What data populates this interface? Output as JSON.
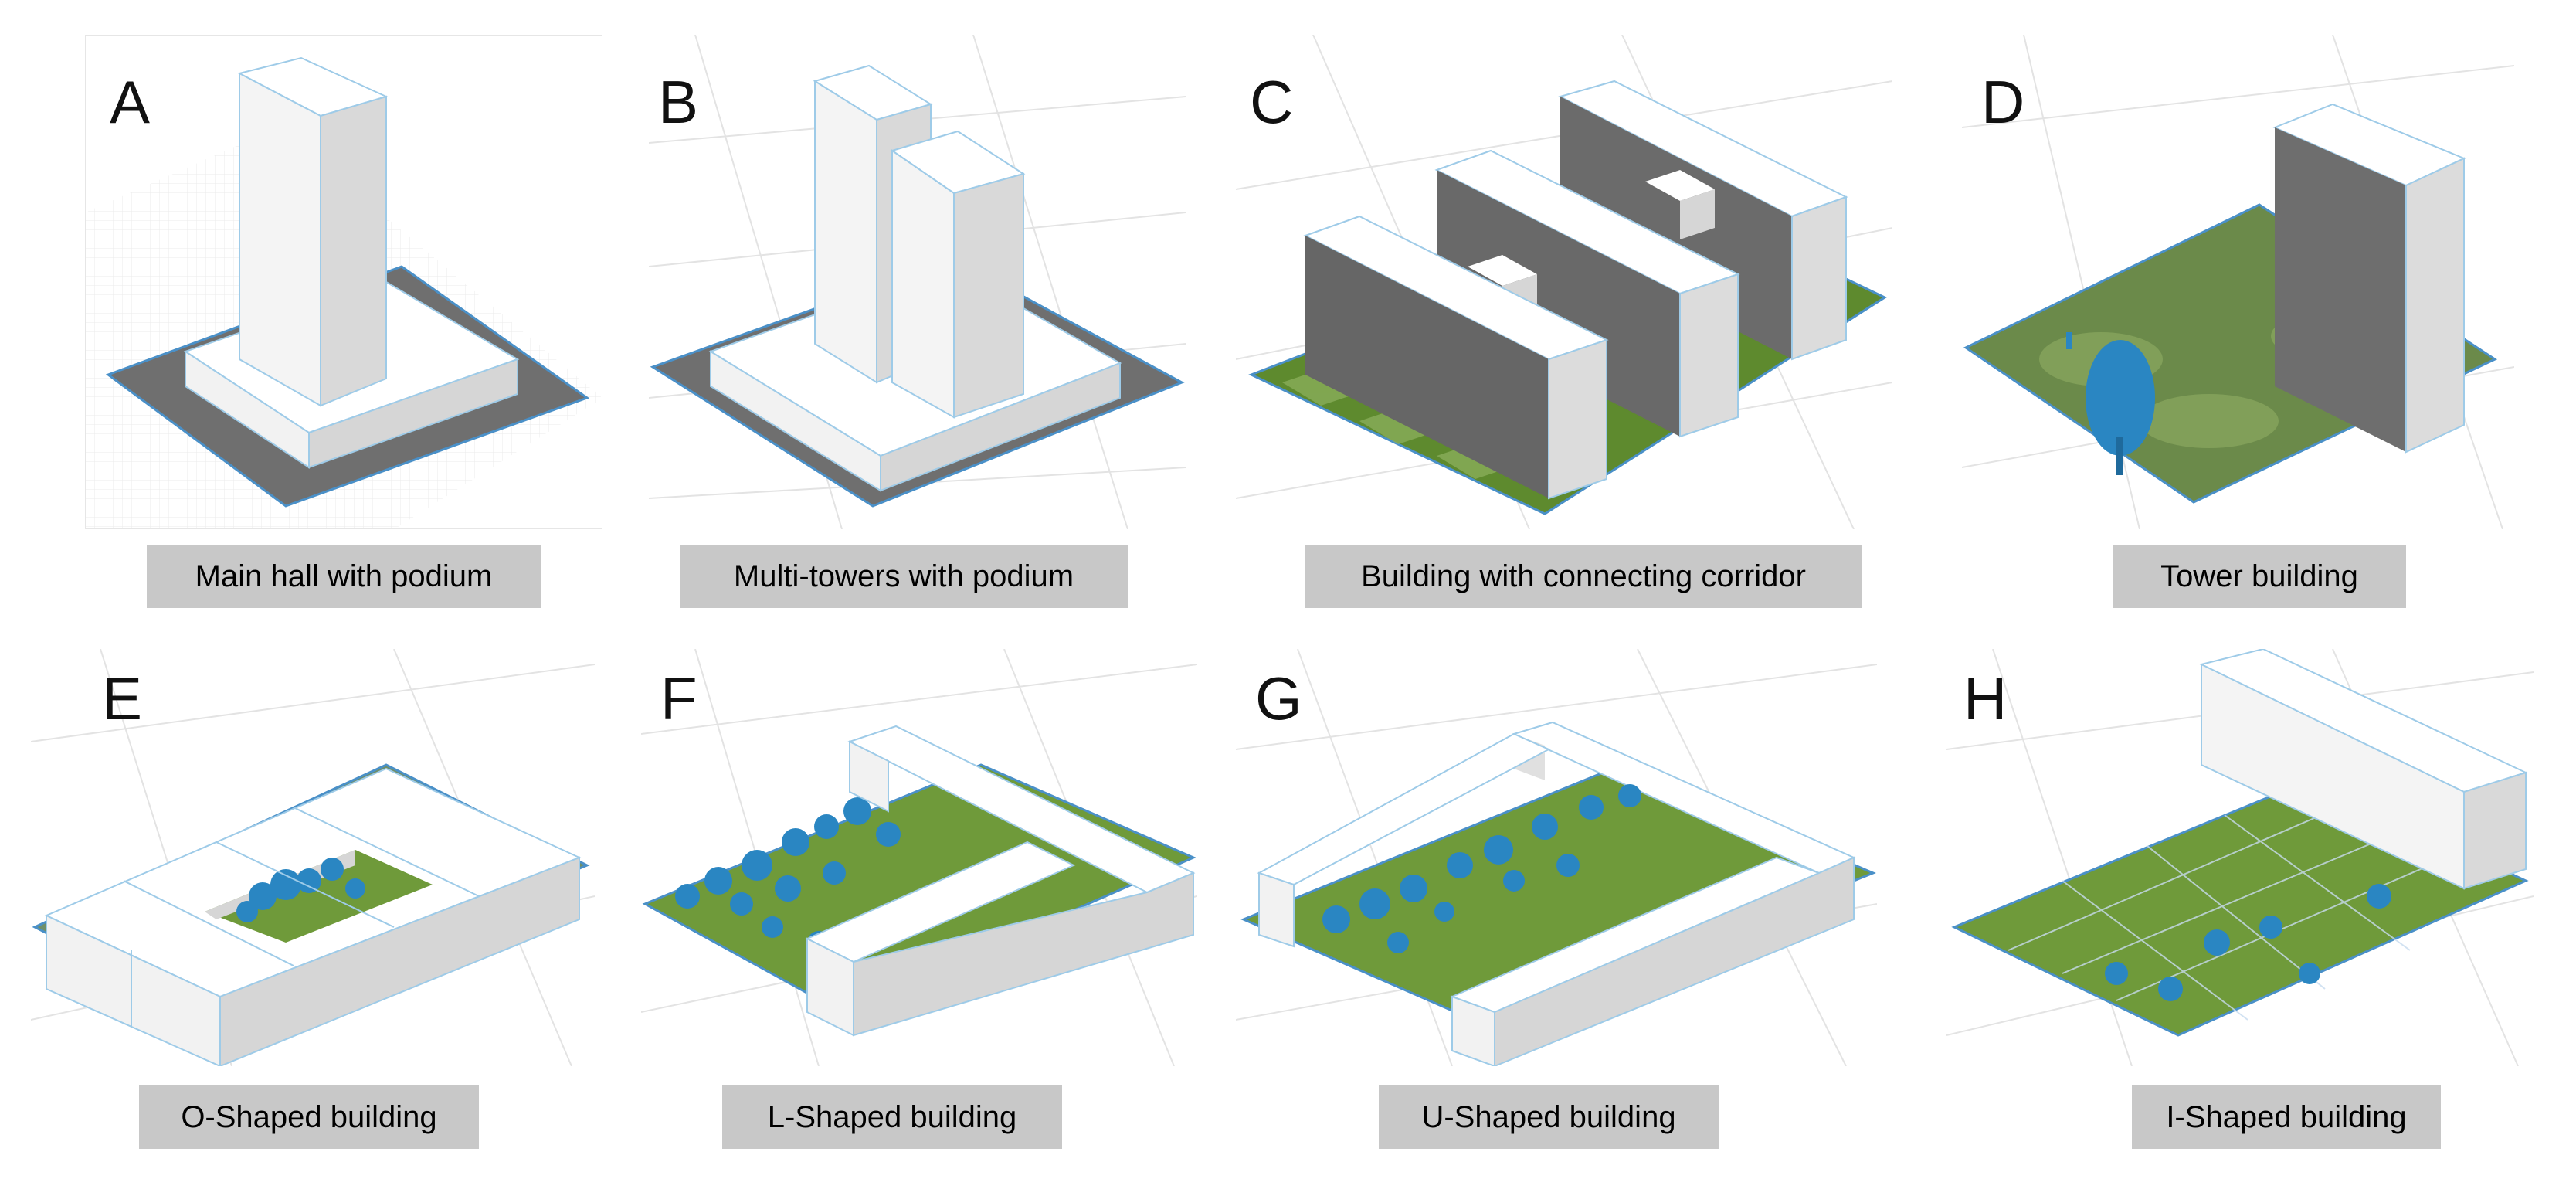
{
  "panels": [
    {
      "letter": "A",
      "caption": "Main hall with podium"
    },
    {
      "letter": "B",
      "caption": "Multi-towers with podium"
    },
    {
      "letter": "C",
      "caption": "Building with connecting corridor"
    },
    {
      "letter": "D",
      "caption": "Tower building"
    },
    {
      "letter": "E",
      "caption": "O-Shaped building"
    },
    {
      "letter": "F",
      "caption": "L-Shaped building"
    },
    {
      "letter": "G",
      "caption": "U-Shaped building"
    },
    {
      "letter": "H",
      "caption": "I-Shaped building"
    }
  ],
  "colors": {
    "caption_bg": "#c8c8c8",
    "building_top": "#ffffff",
    "building_side_light": "#f2f2f2",
    "building_side_dark": "#d6d6d6",
    "building_edge": "#9ecbe8",
    "podium_ground": "#7a7a7a",
    "grass": "#6f9a3a",
    "tree": "#2a86c2",
    "grid": "#d9d9d9",
    "corridor_facade": "#6e6e6e"
  }
}
